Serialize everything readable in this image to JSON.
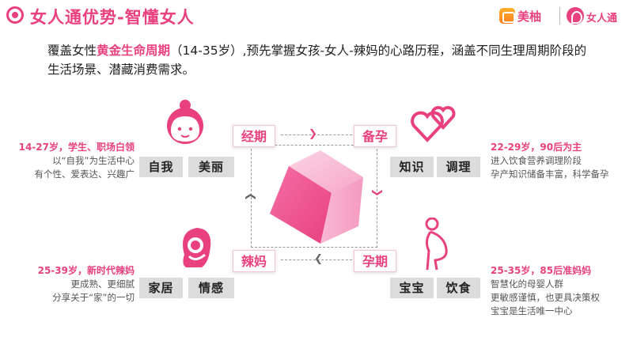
{
  "header": {
    "title": "女人通优势-智懂女人",
    "logo1": "美柚",
    "logo2": "女人通"
  },
  "intro": {
    "pre": "覆盖女性",
    "highlight": "黄金生命周期",
    "post": "（14-35岁）,预先掌握女孩-女人-辣妈的心路历程，涵盖不同生理周期阶段的生活场景、潜藏消费需求。"
  },
  "stages": {
    "top_left": "经期",
    "top_right": "备孕",
    "bottom_left": "辣妈",
    "bottom_right": "孕期"
  },
  "quad_tl": {
    "tags": [
      "自我",
      "美丽"
    ],
    "head": "14-27岁，学生、职场白领",
    "lines": [
      "以“自我”为生活中心",
      "有个性、爱表达、兴趣广"
    ]
  },
  "quad_tr": {
    "tags": [
      "知识",
      "调理"
    ],
    "head": "22-29岁，90后为主",
    "lines": [
      "进入饮食营养调理阶段",
      "孕产知识储备丰富，科学备孕"
    ]
  },
  "quad_bl": {
    "tags": [
      "家居",
      "情感"
    ],
    "head": "25-39岁，新时代辣妈",
    "lines": [
      "更成熟、更细腻",
      "分享关于“家”的一切"
    ]
  },
  "quad_br": {
    "tags": [
      "宝宝",
      "饮食"
    ],
    "head": "25-35岁，85后准妈妈",
    "lines": [
      "智慧化的母婴人群",
      "更敏感谨慎，也更具决策权",
      "宝宝是生活唯一中心"
    ]
  },
  "colors": {
    "accent": "#e8417e",
    "tag_bg": "#dcdcdc"
  },
  "icons": {
    "tl": "girl-face-icon",
    "tr": "two-hearts-icon",
    "bl": "mother-baby-icon",
    "br": "pregnant-woman-icon",
    "center": "pink-cube-icon"
  }
}
